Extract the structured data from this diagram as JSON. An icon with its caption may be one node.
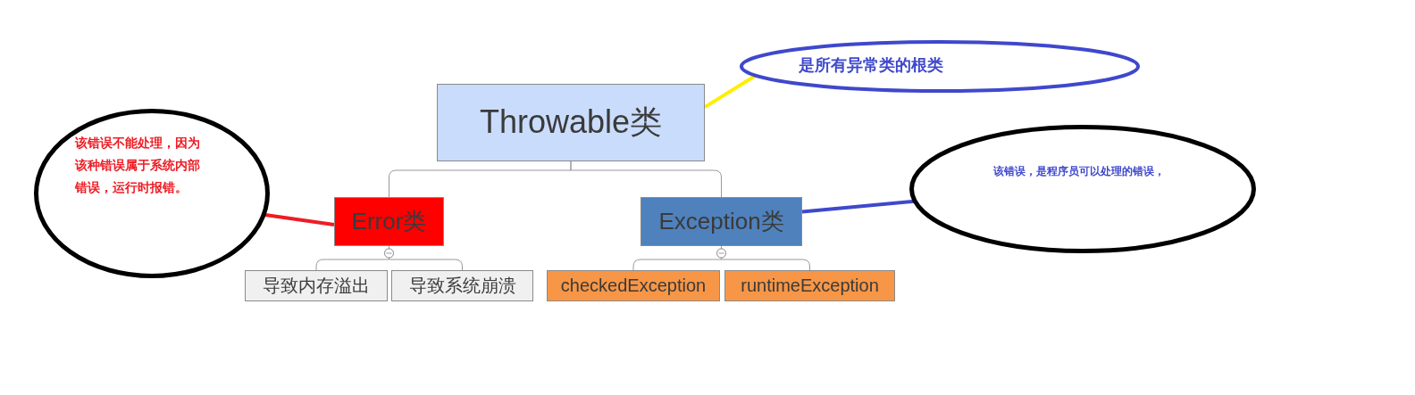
{
  "diagram": {
    "nodes": [
      {
        "text": [
          "Throwable类"
        ]
      },
      {
        "text": [
          "Error类"
        ]
      },
      {
        "text": [
          "Exception类"
        ]
      },
      {
        "text": [
          "导致内存溢出"
        ]
      },
      {
        "text": [
          "导致系统崩溃"
        ]
      },
      {
        "text": [
          "checkedException"
        ]
      },
      {
        "text": [
          "runtimeException"
        ]
      },
      {
        "text": [
          "是所有异常类的根类"
        ]
      },
      {
        "text": [
          "该错误不能处理，因为该种错误属于系统内部错误，运行时报错。"
        ]
      },
      {
        "text": [
          "该错误，是程序员可以处理的错误，"
        ]
      }
    ],
    "edges": [
      {
        "from": 0,
        "to": 1,
        "arrow": "none"
      },
      {
        "from": 0,
        "to": 2,
        "arrow": "none"
      },
      {
        "from": 1,
        "to": 3,
        "arrow": "other"
      },
      {
        "from": 1,
        "to": 4,
        "arrow": "other"
      },
      {
        "from": 2,
        "to": 5,
        "arrow": "other"
      },
      {
        "from": 2,
        "to": 6,
        "arrow": "other"
      },
      {
        "from": 7,
        "to": 0,
        "arrow": "none",
        "style": "thick",
        "color": "#ffee00"
      },
      {
        "from": 8,
        "to": 1,
        "arrow": "none",
        "style": "thick",
        "color": "#ee1c24"
      },
      {
        "from": 9,
        "to": 2,
        "arrow": "none",
        "style": "thick",
        "color": "#3f48cc"
      }
    ]
  }
}
